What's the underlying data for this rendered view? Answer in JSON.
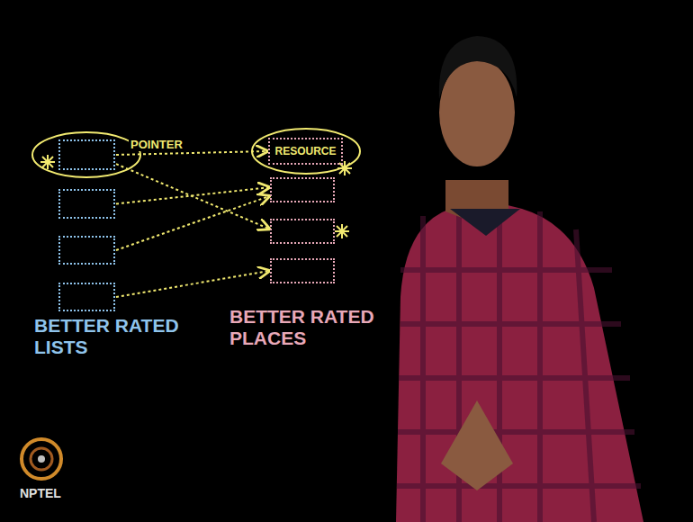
{
  "diagram": {
    "nodes": [
      {
        "text": []
      },
      {
        "text": []
      },
      {
        "text": []
      },
      {
        "text": []
      },
      {
        "text": [
          "RESOURCE"
        ]
      },
      {
        "text": []
      },
      {
        "text": []
      },
      {
        "text": []
      }
    ],
    "edges": [
      {
        "from": 0,
        "to": 4,
        "arrow": "to",
        "label": "POINTER"
      },
      {
        "from": 0,
        "to": 6,
        "arrow": "to"
      },
      {
        "from": 1,
        "to": 5,
        "arrow": "to"
      },
      {
        "from": 2,
        "to": 5,
        "arrow": "to"
      },
      {
        "from": 3,
        "to": 7,
        "arrow": "to"
      }
    ],
    "labels": [
      "BETTER RATED LISTS",
      "BETTER RATED PLACES",
      "NPTEL"
    ]
  }
}
